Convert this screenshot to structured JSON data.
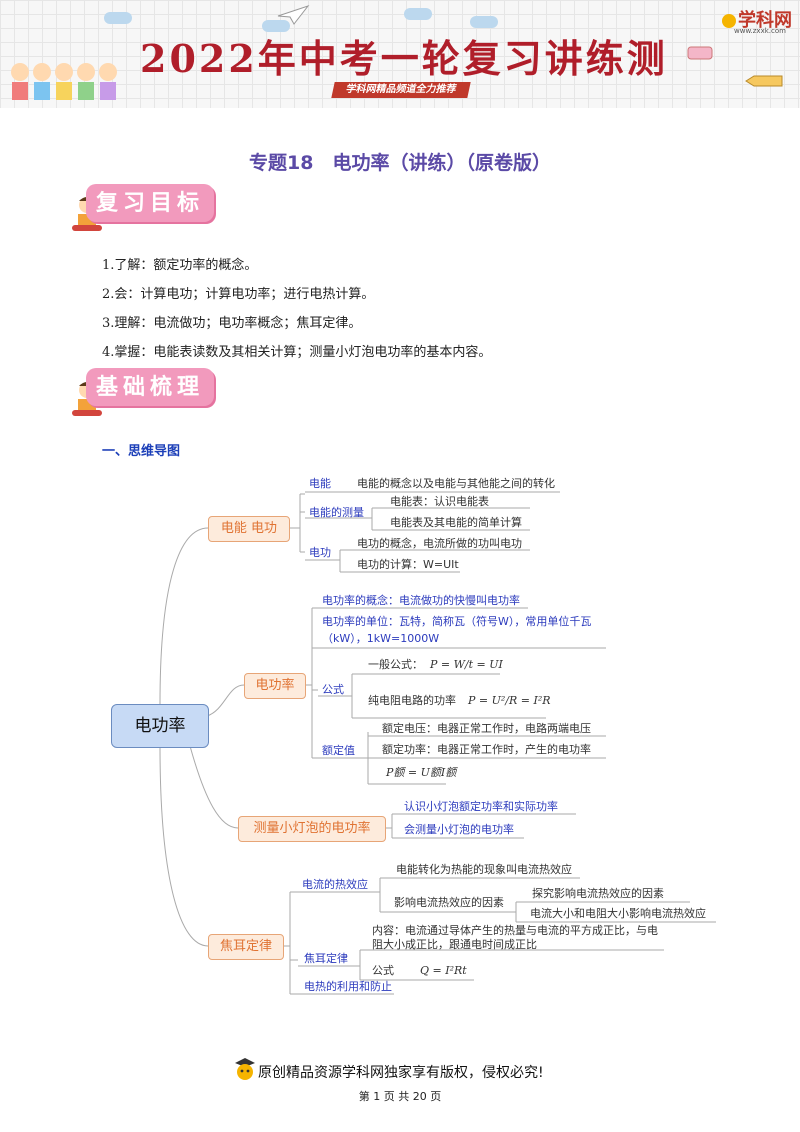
{
  "banner": {
    "title": "2022年中考一轮复习讲练测",
    "subtitle": "学科网精品频道全力推荐",
    "logo": "学科网",
    "logo_url": "www.zxxk.com"
  },
  "doc_title": "专题18　电功率（讲练）（原卷版）",
  "sections": {
    "review_goals": "复习目标",
    "basics": "基础梳理"
  },
  "goals": [
    "1.了解：额定功率的概念。",
    "2.会：计算电功；计算电功率；进行电热计算。",
    "3.理解：电流做功；电功率概念；焦耳定律。",
    "4.掌握：电能表读数及其相关计算；测量小灯泡电功率的基本内容。"
  ],
  "mindmap_heading": "一、思维导图",
  "mindmap": {
    "root": "电功率",
    "b1": {
      "label": "电能  电功",
      "dianeng": "电能",
      "dianeng_desc": "电能的概念以及电能与其他能之间的转化",
      "measure": "电能的测量",
      "measure_1": "电能表：认识电能表",
      "measure_2": "电能表及其电能的简单计算",
      "diangong": "电功",
      "diangong_1": "电功的概念，电流所做的功叫电功",
      "diangong_2": "电功的计算：W=UIt"
    },
    "b2": {
      "label": "电功率",
      "concept": "电功率的概念：电流做功的快慢叫电功率",
      "unit_1": "电功率的单位：瓦特，简称瓦（符号W），常用单位千瓦",
      "unit_2": "（kW），1kW=1000W",
      "formula": "公式",
      "formula_1": "一般公式：",
      "formula_1_expr": "P = W/t = UI",
      "formula_2": "纯电阻电路的功率",
      "formula_2_expr": "P = U²/R = I²R",
      "rated": "额定值",
      "rated_1": "额定电压：电器正常工作时，电路两端电压",
      "rated_2": "额定功率：电器正常工作时，产生的电功率",
      "rated_3": "P额 = U额I额"
    },
    "b3": {
      "label": "测量小灯泡的电功率",
      "item_1": "认识小灯泡额定功率和实际功率",
      "item_2": "会测量小灯泡的电功率"
    },
    "b4": {
      "label": "焦耳定律",
      "heat_effect": "电流的热效应",
      "heat_1": "电能转化为热能的现象叫电流热效应",
      "heat_2": "影响电流热效应的因素",
      "heat_2a": "探究影响电流热效应的因素",
      "heat_2b": "电流大小和电阻大小影响电流热效应",
      "joule": "焦耳定律",
      "joule_content_1": "内容：电流通过导体产生的热量与电流的平方成正比，与电",
      "joule_content_2": "阻大小成正比，跟通电时间成正比",
      "joule_formula": "公式",
      "joule_formula_expr": "Q = I²Rt",
      "use": "电热的利用和防止"
    }
  },
  "footer": {
    "copyright": "原创精品资源学科网独家享有版权，侵权必究!",
    "page": "第 1 页 共 20 页"
  }
}
